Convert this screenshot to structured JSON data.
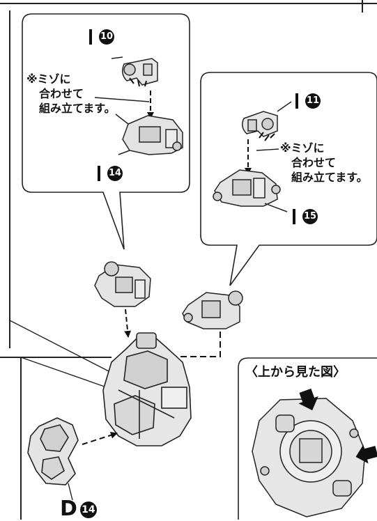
{
  "callouts": {
    "left": {
      "top_part": "10",
      "note": [
        "※ミゾに",
        "合わせて",
        "組み立てます。"
      ],
      "bottom_part": "14"
    },
    "right": {
      "top_part": "11",
      "note": [
        "※ミゾに",
        "合わせて",
        "組み立てます。"
      ],
      "bottom_part": "15"
    }
  },
  "bottom_part": {
    "runner": "D",
    "number": "14"
  },
  "top_view": {
    "title": "〈上から見た図〉"
  }
}
